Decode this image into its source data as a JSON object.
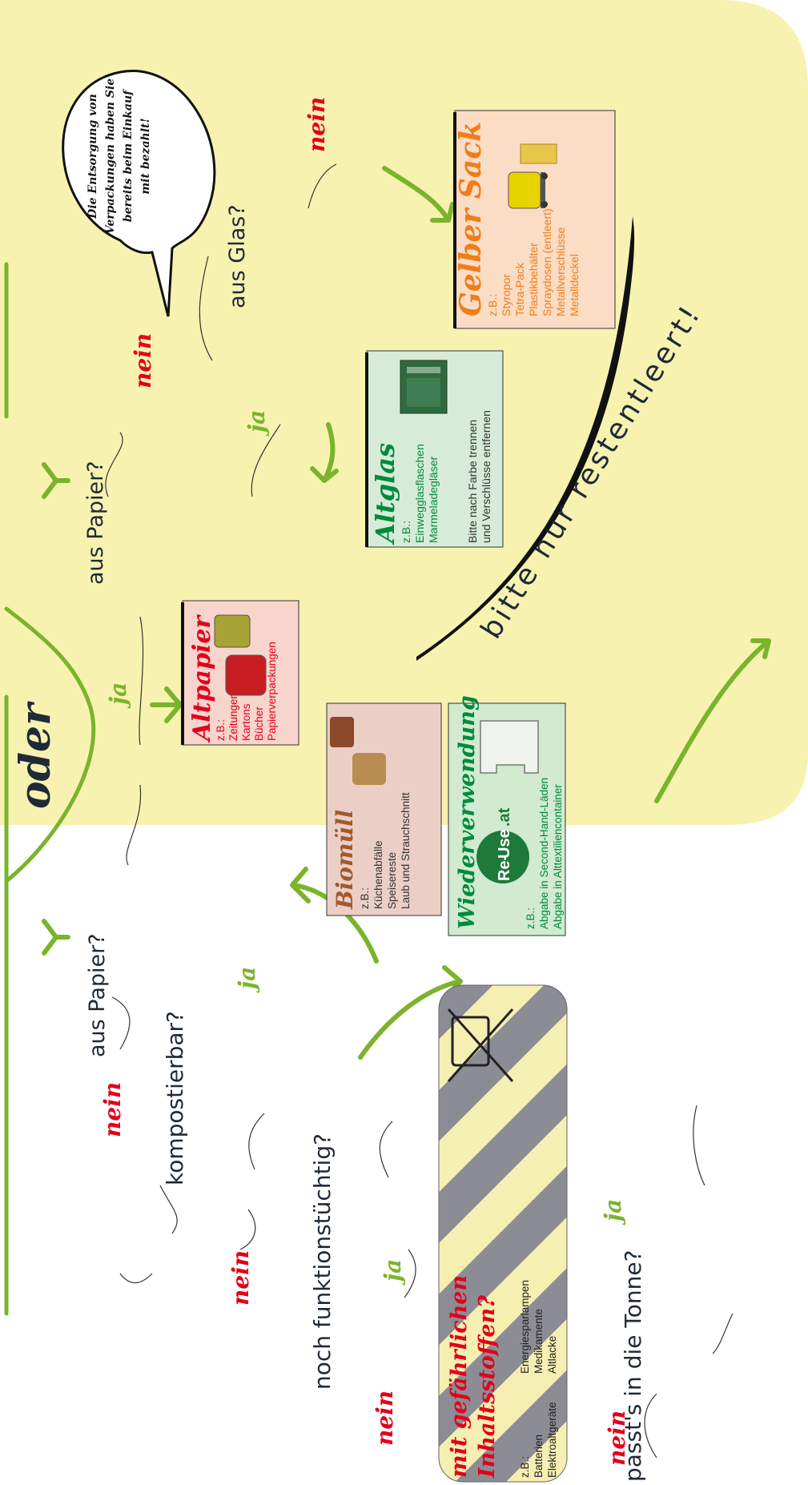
{
  "colors": {
    "green": "#7ab42c",
    "red": "#e2001a",
    "yellow_bg": "#f8f2b0",
    "orange": "#ee7d1a",
    "dark_green": "#008a3c",
    "brown": "#a05a2c",
    "dark_red": "#c4001c"
  },
  "oder": "oder",
  "q_papier_1": "aus Papier?",
  "q_papier_2": "aus Papier?",
  "q_glas": "aus Glas?",
  "q_kompost": "kompostierbar?",
  "q_funktion": "noch funktionstüchtig?",
  "q_tonne": "passt's in die Tonne?",
  "ja": "ja",
  "nein": "nein",
  "speech_bubble": [
    "Die Entsorgung von",
    "Verpackungen haben Sie",
    "bereits beim Einkauf",
    "mit bezahlt!"
  ],
  "bitte_text": "bitte nur restentleert!",
  "boxes": {
    "gelber_sack": {
      "title": "Gelber Sack",
      "zb": "z.B.:",
      "items": [
        "Styropor",
        "Tetra-Pack",
        "Plastikbehälter",
        "Spraydosen (entleert)",
        "Metallverschlüsse",
        "Metalldeckel"
      ],
      "icon": "yellow-bin-icon"
    },
    "altglas": {
      "title": "Altglas",
      "zb": "z.B.:",
      "items": [
        "Einwegglasflaschen",
        "Marmeladegläser"
      ],
      "note": [
        "Bitte nach Farbe trennen",
        "und Verschlüsse entfernen"
      ],
      "icon": "glass-container-icon"
    },
    "altpapier": {
      "title": "Altpapier",
      "zb": "z.B.:",
      "items": [
        "Zeitungen",
        "Kartons",
        "Bücher",
        "Papierverpackungen"
      ],
      "icon": "paper-bin-icon"
    },
    "biomuell": {
      "title": "Biomüll",
      "zb": "z.B.:",
      "items": [
        "Küchenabfälle",
        "Speisereste",
        "Laub und Strauchschnitt"
      ],
      "icon": "bio-bin-icon"
    },
    "wiederverwendung": {
      "title": "Wiederverwendung",
      "logo_re": "Re-",
      "logo_use": "Use",
      "logo_at": ".at",
      "zb": "z.B.:",
      "items": [
        "Abgabe in Second-Hand-Läden",
        "Abgabe in Alttextiliencontainer"
      ],
      "icon": "tshirt-icon"
    },
    "gefaehrlich": {
      "title1": "mit gefährlichen",
      "title2": "Inhaltsstoffen?",
      "zb": "z.B.:",
      "col1": [
        "Batterien",
        "Elektroaltgeräte"
      ],
      "col2": [
        "Energiesparlampen",
        "Medikamente",
        "Altlacke"
      ],
      "icon": "crossed-bin-icon"
    }
  }
}
